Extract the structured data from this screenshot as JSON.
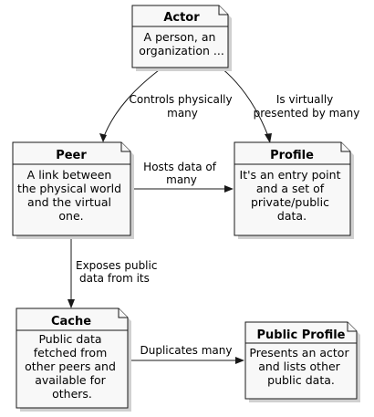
{
  "nodes": [
    {
      "id": "actor",
      "title": "Actor",
      "body": [
        "A person, an",
        "organization ..."
      ]
    },
    {
      "id": "peer",
      "title": "Peer",
      "body": [
        "A link between",
        "the physical world",
        "and the virtual",
        "one."
      ]
    },
    {
      "id": "profile",
      "title": "Profile",
      "body": [
        "It's an entry point",
        "and a set of",
        "private/public",
        "data."
      ]
    },
    {
      "id": "cache",
      "title": "Cache",
      "body": [
        "Public data",
        "fetched from",
        "other peers and",
        "available for",
        "others."
      ]
    },
    {
      "id": "public_profile",
      "title": "Public Profile",
      "body": [
        "Presents an actor",
        "and lists other",
        "public data."
      ]
    }
  ],
  "edges": [
    {
      "id": "actor_peer",
      "from": "actor",
      "to": "peer",
      "label": [
        "Controls physically",
        "many"
      ]
    },
    {
      "id": "actor_profile",
      "from": "actor",
      "to": "profile",
      "label": [
        "Is virtually",
        "presented by many"
      ]
    },
    {
      "id": "peer_profile",
      "from": "peer",
      "to": "profile",
      "label": [
        "Hosts data of",
        "many"
      ]
    },
    {
      "id": "peer_cache",
      "from": "peer",
      "to": "cache",
      "label": [
        "Exposes public",
        "data from its"
      ]
    },
    {
      "id": "cache_public_profile",
      "from": "cache",
      "to": "public_profile",
      "label": [
        "Duplicates many"
      ]
    }
  ]
}
